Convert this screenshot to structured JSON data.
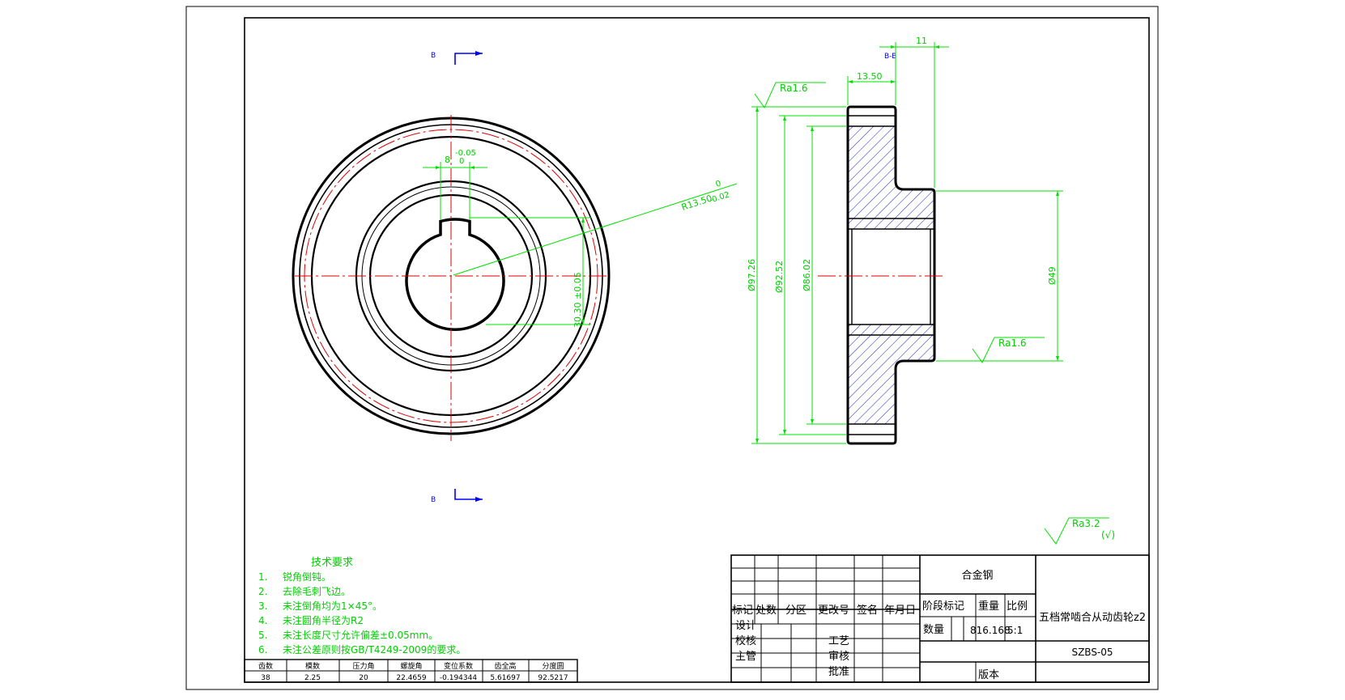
{
  "drawing": {
    "part_name": "五档常啮合从动齿轮z2",
    "material": "合金钢",
    "drawing_no": "SZBS-05",
    "weight": "816.168",
    "scale": "5:1"
  },
  "section_labels": {
    "top": "B",
    "bottom": "B",
    "section_view": "B-B"
  },
  "front_view_dims": {
    "key_width": "8",
    "key_tol_upper": "-0.05",
    "key_tol_lower": "0",
    "radius": "R13.50",
    "radius_tol_upper": "0",
    "radius_tol_lower": "-0.02",
    "key_depth": "30.30 ±0.05"
  },
  "section_view_dims": {
    "hub_width": "11",
    "face_width": "13.50",
    "d1": "Ø97.26",
    "d2": "Ø92.52",
    "d3": "Ø86.02",
    "d_hub": "Ø49"
  },
  "roughness": {
    "top": "Ra1.6",
    "hub": "Ra1.6",
    "general": "Ra3.2",
    "general_suffix": "(√)"
  },
  "tech_requirements": {
    "title": "技术要求",
    "items": [
      {
        "num": "1.",
        "text": "锐角倒钝。"
      },
      {
        "num": "2.",
        "text": "去除毛刺飞边。"
      },
      {
        "num": "3.",
        "text": "未注倒角均为1×45°。"
      },
      {
        "num": "4.",
        "text": "未注圆角半径为R2"
      },
      {
        "num": "5.",
        "text": "未注长度尺寸允许偏差±0.05mm。"
      },
      {
        "num": "6.",
        "text": "未注公差原则按GB/T4249-2009的要求。"
      }
    ]
  },
  "gear_params": {
    "headers": [
      "齿数",
      "模数",
      "压力角",
      "螺旋角",
      "变位系数",
      "齿全高",
      "分度圆"
    ],
    "values": [
      "38",
      "2.25",
      "20",
      "22.4659",
      "-0.194344",
      "5.61697",
      "92.5217"
    ]
  },
  "title_block": {
    "marks": "标记",
    "count": "处数",
    "zone": "分区",
    "change_no": "更改号",
    "signature": "签名",
    "date": "年月日",
    "design": "设计",
    "check": "校核",
    "supervisor": "主管",
    "process": "工艺",
    "review": "审核",
    "approve": "批准",
    "stage_mark": "阶段标记",
    "weight_label": "重量",
    "scale_label": "比例",
    "quantity": "数量",
    "version": "版本"
  }
}
